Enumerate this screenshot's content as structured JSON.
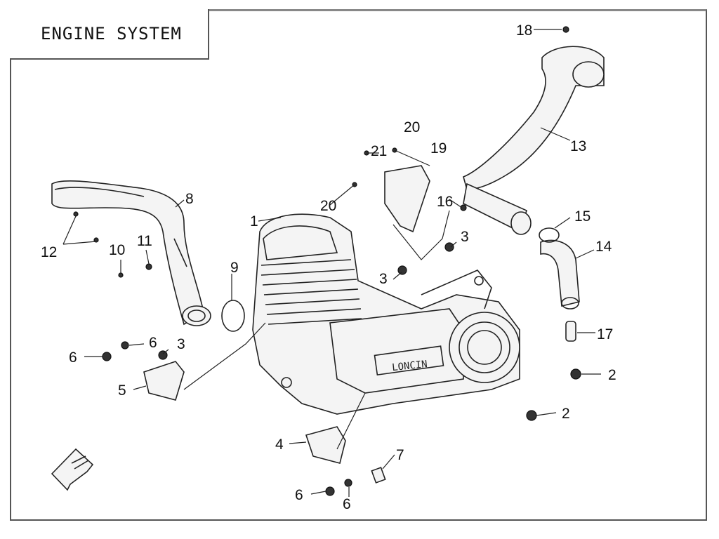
{
  "title": "ENGINE SYSTEM",
  "callouts": [
    "1",
    "2",
    "2",
    "3",
    "3",
    "3",
    "4",
    "5",
    "6",
    "6",
    "6",
    "6",
    "7",
    "8",
    "9",
    "10",
    "11",
    "12",
    "13",
    "14",
    "15",
    "16",
    "17",
    "18",
    "19",
    "20",
    "20",
    "21"
  ],
  "brand_mark": "LONCIN",
  "icons": [
    "front-arrow-icon"
  ]
}
